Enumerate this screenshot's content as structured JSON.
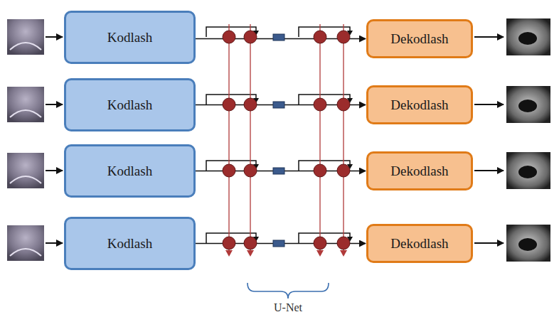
{
  "diagram": {
    "nodes": [
      {
        "text": [
          "Kodlash"
        ]
      },
      {
        "text": [
          "Dekodlash"
        ]
      },
      {
        "text": [
          "Kodlash"
        ]
      },
      {
        "text": [
          "Dekodlash"
        ]
      },
      {
        "text": [
          "Kodlash"
        ]
      },
      {
        "text": [
          "Dekodlash"
        ]
      },
      {
        "text": [
          "Kodlash"
        ]
      },
      {
        "text": [
          "Dekodlash"
        ]
      }
    ],
    "edges": [
      {
        "from": 0,
        "to": 1,
        "arrow": "to"
      },
      {
        "from": 2,
        "to": 3,
        "arrow": "to"
      },
      {
        "from": 4,
        "to": 5,
        "arrow": "to"
      },
      {
        "from": 6,
        "to": 7,
        "arrow": "to"
      }
    ],
    "labels": [
      "U-Net"
    ]
  }
}
